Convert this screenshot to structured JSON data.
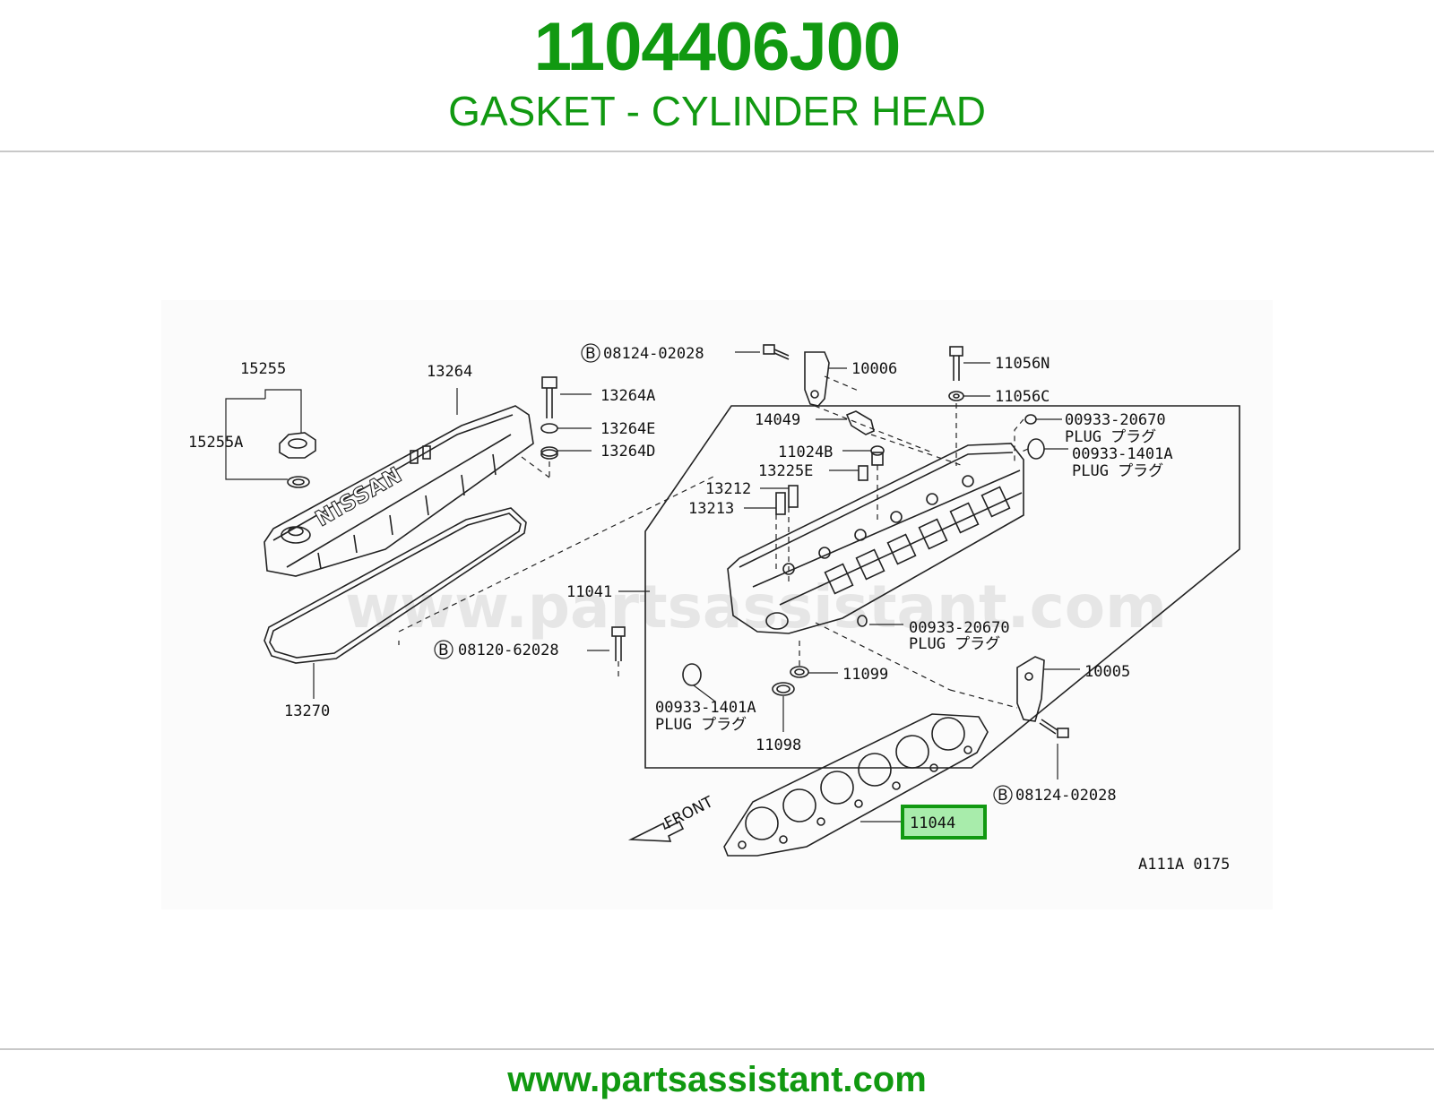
{
  "header": {
    "part_number": "1104406J00",
    "part_name": "GASKET - CYLINDER HEAD"
  },
  "footer": {
    "url": "www.partsassistant.com"
  },
  "diagram": {
    "watermark": "www.partsassistant.com",
    "figure_code": "A111A 0175",
    "logo_text": "NISSAN",
    "front_label": "FRONT",
    "highlight_color": "#119911",
    "callouts": {
      "c15255": "15255",
      "c15255A": "15255A",
      "c13264": "13264",
      "c13264A": "13264A",
      "c13264E": "13264E",
      "c13264D": "13264D",
      "c13270": "13270",
      "c08124_top": "08124-02028",
      "c10006": "10006",
      "c11056N": "11056N",
      "c11056C": "11056C",
      "c14049": "14049",
      "c00933_20670_top": "00933-20670",
      "plug_top1": "PLUG プラグ",
      "c00933_1401A_top": "00933-1401A",
      "plug_top2": "PLUG プラグ",
      "c11024B": "11024B",
      "c13225E": "13225E",
      "c13212": "13212",
      "c13213": "13213",
      "c11041": "11041",
      "c00933_20670_mid": "00933-20670",
      "plug_mid": "PLUG プラグ",
      "c08120": "08120-62028",
      "c11099": "11099",
      "c10005": "10005",
      "c00933_1401A_bot": "00933-1401A",
      "plug_bot": "PLUG プラグ",
      "c11098": "11098",
      "c08124_bot": "08124-02028",
      "c11044": "11044"
    }
  }
}
